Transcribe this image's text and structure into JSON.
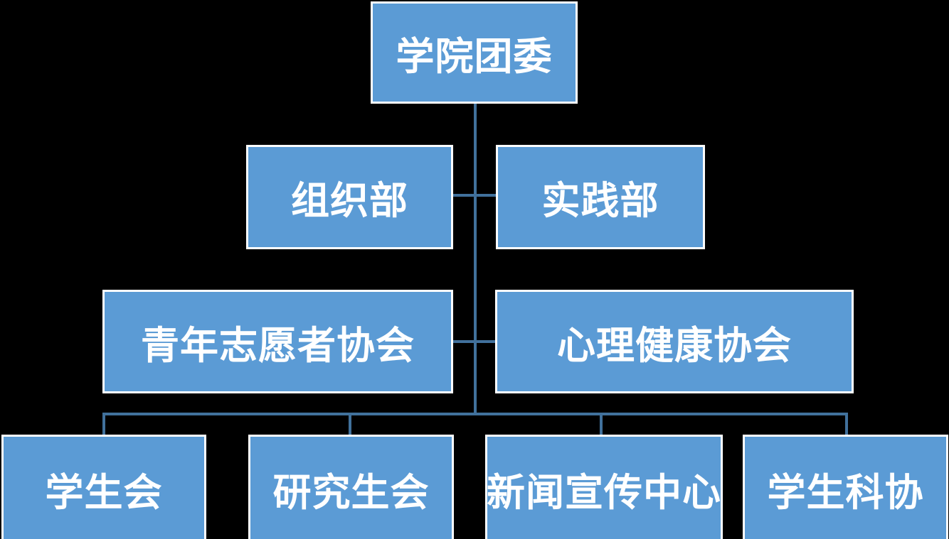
{
  "diagram": {
    "type": "org-chart",
    "background_color": "#000000",
    "node_fill_color": "#5B9BD5",
    "node_border_color": "#FFFFFF",
    "connector_color": "#41719C",
    "text_color": "#FFFFFF"
  },
  "nodes": {
    "root": {
      "label": "学院团委",
      "level": 1
    },
    "org_dept": {
      "label": "组织部",
      "level": 2
    },
    "practice_dept": {
      "label": "实践部",
      "level": 2
    },
    "youth_volunteers": {
      "label": "青年志愿者协会",
      "level": 3
    },
    "mental_health": {
      "label": "心理健康协会",
      "level": 3
    },
    "student_union": {
      "label": "学生会",
      "level": 4
    },
    "graduate_union": {
      "label": "研究生会",
      "level": 4
    },
    "news_center": {
      "label": "新闻宣传中心",
      "level": 4
    },
    "student_science": {
      "label": "学生科协",
      "level": 4
    }
  },
  "edges": [
    {
      "from": "学院团委",
      "to": "组织部"
    },
    {
      "from": "学院团委",
      "to": "实践部"
    },
    {
      "from": "学院团委",
      "to": "青年志愿者协会"
    },
    {
      "from": "学院团委",
      "to": "心理健康协会"
    },
    {
      "from": "学院团委",
      "to": "学生会"
    },
    {
      "from": "学院团委",
      "to": "研究生会"
    },
    {
      "from": "学院团委",
      "to": "新闻宣传中心"
    },
    {
      "from": "学院团委",
      "to": "学生科协"
    }
  ]
}
